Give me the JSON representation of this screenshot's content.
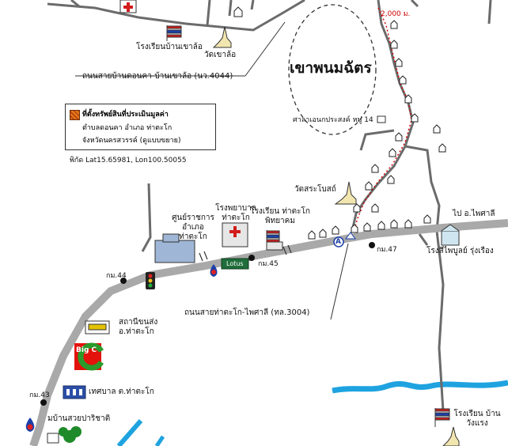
{
  "mountain_label": "เขาพนมฉัตร",
  "elevation_label": "2,000 ม.",
  "coords_label": "พิกัด Lat15.65981, Lon100.50055",
  "legend": {
    "line1": "ที่ตั้งทรัพย์สินที่ประเมินมูลค่า",
    "line2": "ตำบลดอนคา อำเภอ ท่าตะโก",
    "line3": "จังหวัดนครสวรรค์ (ดูแบบขยาย)",
    "swatch_color": "#e87a1d"
  },
  "roads": {
    "road_4044": "ถนนสายบ้านดอนคา-บ้านเขาล้อ (นว.4044)",
    "road_3004": "ถนนสายท่าตะโก-ไพศาลี (ทล.3004)",
    "to_paisali": "ไป อ.ไพศาลี"
  },
  "km_markers": {
    "km43": "กม.43",
    "km44": "กม.44",
    "km45": "กม.45",
    "km47": "กม.47"
  },
  "places": {
    "school_khaolo": "โรงเรียนบ้านเขาล้อ",
    "wat_khaolo": "วัดเขาล้อ",
    "sala": "ศาลาเอนกประสงค์ หมู่ 14",
    "wat_sra_bot": "วัดสระโบสถ์",
    "district_center": "ศูนย์ราชการ อำเภอท่าตะโก",
    "hospital": "โรงพยาบาล ท่าตะโก",
    "school_phitthaya": "โรงเรียน ท่าตะโกพิทยาคม",
    "tesco_lotus": "Lotus",
    "bus_station": "สถานีขนส่ง อ.ท่าตะโก",
    "big_c": "Big C",
    "municipality": "เทศบาล ต.ท่าตะโก",
    "market": "มบ้านสวยปาริชาติ",
    "rubber_factory": "โรงสีไพบูลย์ รุ่งเรือง",
    "school_wangsaeng": "โรงเรียน บ้านวังแรง"
  },
  "marker_letter": "A",
  "colors": {
    "main_road": "#a9a9a9",
    "local_road": "#6b6b6b",
    "river": "#1fa3e0",
    "access_path": "#d40000"
  }
}
